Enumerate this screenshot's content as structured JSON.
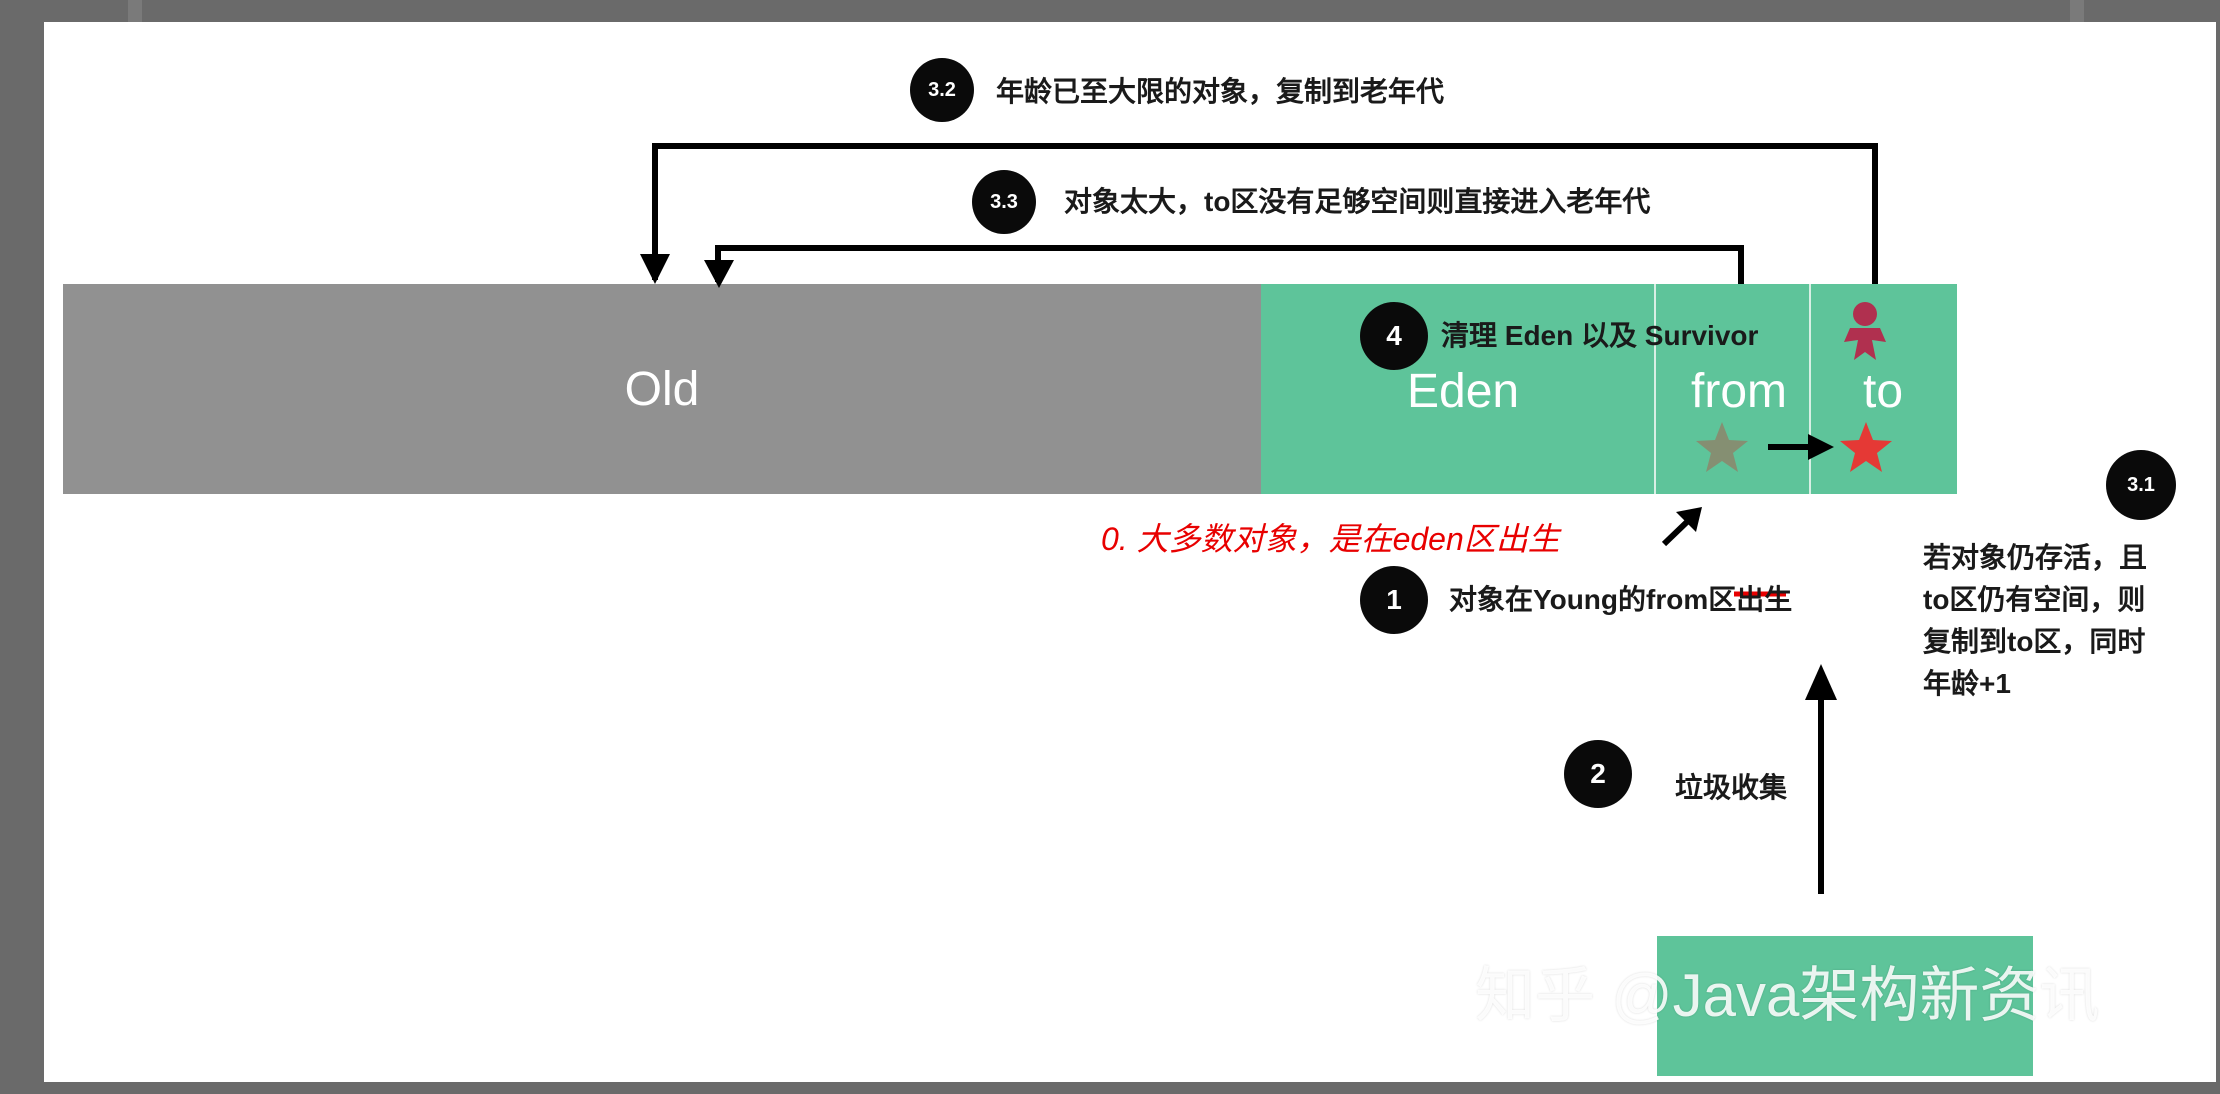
{
  "regions": {
    "old": "Old",
    "eden": "Eden",
    "from": "from",
    "to": "to"
  },
  "steps": {
    "s0": "0. 大多数对象，是在eden区出生",
    "s1": {
      "badge": "1",
      "text": "对象在Young的from区出生"
    },
    "s2": {
      "badge": "2",
      "text": "垃圾收集"
    },
    "s31": {
      "badge": "3.1",
      "lines": [
        "若对象仍存活，且",
        "to区仍有空间，则",
        "复制到to区，同时",
        "年龄+1"
      ]
    },
    "s32": {
      "badge": "3.2",
      "text": "年龄已至大限的对象，复制到老年代"
    },
    "s33": {
      "badge": "3.3",
      "text": "对象太大，to区没有足够空间则直接进入老年代"
    },
    "s4": {
      "badge": "4",
      "text": "清理 Eden 以及 Survivor"
    }
  },
  "watermark": "知乎 @Java架构新资讯",
  "colors": {
    "old": "#919191",
    "young": "#5ec49a",
    "badge": "#0a0a0a",
    "highlight": "#e80000",
    "object_moved": "#e53935",
    "object_old": "#8a8a6e",
    "object_aged": "#b0304f"
  }
}
